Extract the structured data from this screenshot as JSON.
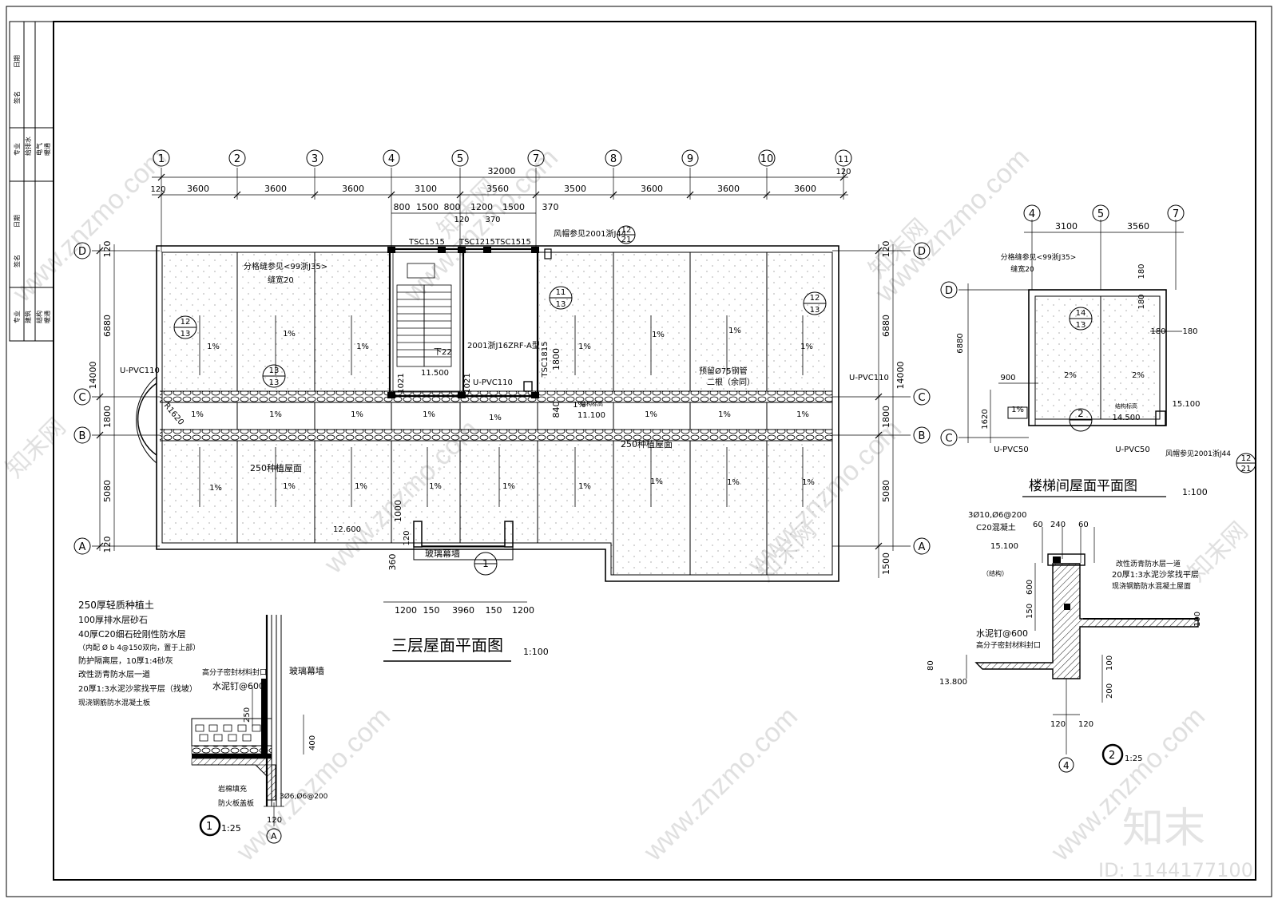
{
  "title_block": {
    "labels_top": [
      "日期",
      "签名",
      "专业",
      "给排水",
      "电气",
      "暖通"
    ],
    "labels_bottom": [
      "日期",
      "签名",
      "专业",
      "建筑",
      "结构",
      "暖通"
    ]
  },
  "grid": {
    "cols": [
      "1",
      "2",
      "3",
      "4",
      "5",
      "7",
      "8",
      "9",
      "10",
      "11"
    ],
    "rows": [
      "D",
      "C",
      "B",
      "A"
    ]
  },
  "dims": {
    "total": "32000",
    "end": "120",
    "spans": [
      "3600",
      "3600",
      "3600",
      "3100",
      "3560",
      "3500",
      "3600",
      "3600",
      "3600"
    ],
    "stair_top": [
      "800",
      "1500",
      "800",
      "1200",
      "1500",
      "370"
    ],
    "stair_sub": [
      "120",
      "370"
    ],
    "left": [
      "120",
      "6880",
      "1800",
      "5080",
      "120"
    ],
    "left_total": "14000",
    "right": [
      "120",
      "6880",
      "1800",
      "5080",
      "1500"
    ],
    "right_total": "14000",
    "bottom": [
      "1200",
      "150",
      "3960",
      "150",
      "1200"
    ],
    "misc_360": "360",
    "misc_120": "120",
    "misc_1000": "1000",
    "misc_1800": "1800",
    "misc_840": "840"
  },
  "plan": {
    "title": "三层屋面平面图",
    "scale": "1:100",
    "windows": [
      "TSC1515",
      "TSC1215",
      "TSC1515"
    ],
    "vent": "风帽参见2001浙J44",
    "vent_ref_top": "12",
    "vent_ref_bot": "21",
    "joint_note": "分格缝参见<99浙J35>",
    "joint_width": "缝宽20",
    "slope": "1%",
    "planting": "250种植屋面",
    "elev_1": "12.600",
    "elev_2": "11.500",
    "elev_3": "11.100",
    "struct_elev": "结构标高",
    "stair_down": "下22",
    "hatch_note": "2001浙J16ZRF-A型",
    "door1": "1021",
    "door2": "1021",
    "window_r": "TSC1815",
    "pipe1": "U-PVC110",
    "pipe2": "U-PVC110",
    "pipe3": "U-PVC110",
    "reserve": "预留Ø75钢管",
    "reserve2": "二根（余同）",
    "radius": "R1620",
    "curtain": "玻璃幕墙",
    "ref_11": "11",
    "ref_13a": "13",
    "ref_12": "12",
    "ref_13b": "13",
    "ref_13c": "13",
    "ref_13d": "13",
    "ref_12r": "12",
    "ref_13r": "13",
    "detail_1": "1"
  },
  "stair_roof": {
    "title": "楼梯间屋面平面图",
    "scale": "1:100",
    "cols": [
      "4",
      "5",
      "7"
    ],
    "rows": [
      "D",
      "C"
    ],
    "spans": [
      "3100",
      "3560"
    ],
    "joint_note": "分格缝参见<99浙J35>",
    "joint_width": "缝宽20",
    "dim_180a": "180",
    "dim_180b": "180",
    "dim_180c": "180",
    "dim_180d": "180",
    "dim_6880": "6880",
    "dim_900": "900",
    "dim_1620": "1620",
    "slope1": "2%",
    "slope2": "2%",
    "slope3": "1%",
    "elev1": "15.100",
    "elev2": "14.500",
    "struct_elev": "结构标高",
    "pipe1": "U-PVC50",
    "pipe2": "U-PVC50",
    "vent": "风帽参见2001浙J44",
    "ref_14": "14",
    "ref_13": "13",
    "ref_12": "12",
    "ref_21": "21",
    "detail_2": "2"
  },
  "detail1": {
    "layers": [
      "250厚轻质种植土",
      "100厚排水层砂石",
      "40厚C20细石砼刚性防水层",
      "（内配 Ø b 4@150双向，置于上部）",
      "防护隔离层，10厚1:4砂灰",
      "改性沥青防水层一道",
      "20厚1:3水泥沙浆找平层（找坡）",
      "现浇钢筋防水混凝土板"
    ],
    "seal": "高分子密封材料封口",
    "nail": "水泥钉@600",
    "curtain": "玻璃幕墙",
    "fill": "岩棉填充",
    "board": "防火板盖板",
    "rebar": "3Ø6,Ø6@200",
    "dim_250": "250",
    "dim_400": "400",
    "dim_120": "120",
    "axis": "A",
    "num": "1",
    "scale": "1:25"
  },
  "detail2": {
    "rebar": "3Ø10,Ø6@200",
    "concrete": "C20混凝土",
    "dims_top": [
      "60",
      "240",
      "60"
    ],
    "elev1": "15.100",
    "elev2": "13.800",
    "struct": "（结构）",
    "layers": [
      "改性沥青防水层一道",
      "20厚1:3水泥沙浆找平层",
      "现浇钢筋防水混凝土屋面"
    ],
    "nail": "水泥钉@600",
    "seal": "高分子密封材料封口",
    "dim_600": "600",
    "dim_150": "150",
    "dim_80": "80",
    "dim_100a": "100",
    "dim_100b": "100",
    "dim_200": "200",
    "dim_120a": "120",
    "dim_120b": "120",
    "axis": "4",
    "num": "2",
    "scale": "1:25"
  },
  "branding": {
    "logo": "知末",
    "id": "ID: 1144177100",
    "watermark": "www.znzmo.com",
    "watermark_cn": "知末网"
  }
}
